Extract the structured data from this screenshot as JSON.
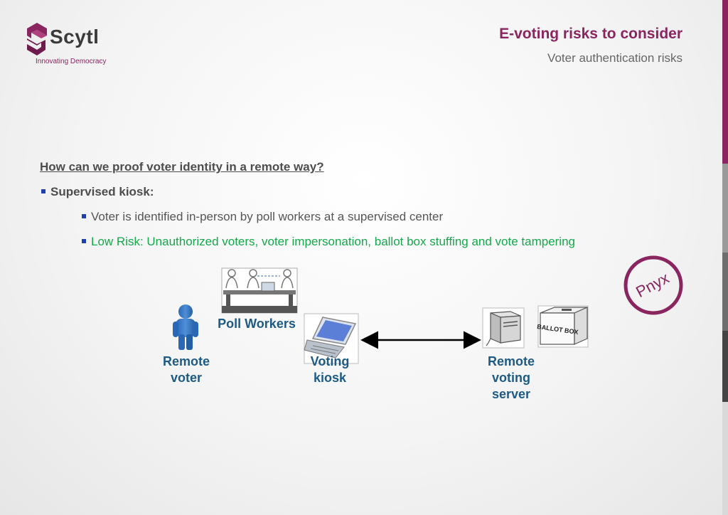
{
  "logo": {
    "name": "Scytl",
    "tagline": "Innovating Democracy",
    "brand_color": "#8a2560"
  },
  "header": {
    "title": "E-voting risks to consider",
    "subtitle": "Voter authentication risks"
  },
  "content": {
    "question": "How can we proof voter identity in a remote way?",
    "bullet1": "Supervised kiosk:",
    "bullet2": "Voter is identified in-person by poll workers at a supervised center",
    "bullet3": "Low Risk: Unauthorized voters, voter impersonation, ballot box stuffing and vote tampering",
    "risk_color": "#13a84a"
  },
  "diagram": {
    "remote_voter": [
      "Remote",
      "voter"
    ],
    "poll_workers": "Poll Workers",
    "voting_kiosk": [
      "Voting",
      "kiosk"
    ],
    "remote_server": [
      "Remote",
      "voting",
      "server"
    ],
    "ballot_box": "BALLOT BOX",
    "stamp": "Pnyx"
  }
}
